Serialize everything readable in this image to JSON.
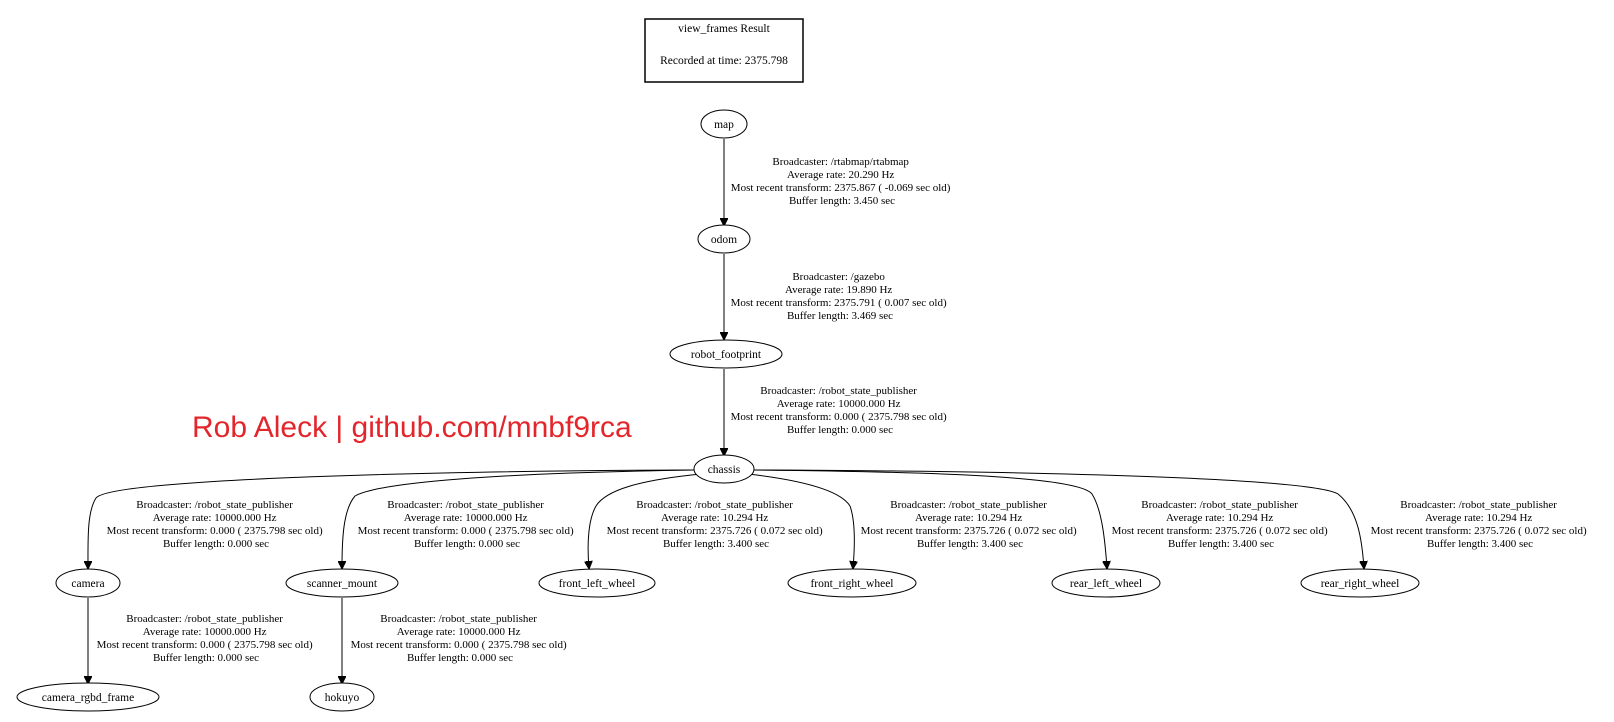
{
  "title": {
    "line1": "view_frames Result",
    "line2": "Recorded at time: 2375.798"
  },
  "watermark": "Rob Aleck | github.com/mnbf9rca",
  "colors": {
    "watermark": "#e3262b",
    "stroke": "#000000"
  },
  "nodes": {
    "map": "map",
    "odom": "odom",
    "robot_footprint": "robot_footprint",
    "chassis": "chassis",
    "camera": "camera",
    "scanner_mount": "scanner_mount",
    "front_left_wheel": "front_left_wheel",
    "front_right_wheel": "front_right_wheel",
    "rear_left_wheel": "rear_left_wheel",
    "rear_right_wheel": "rear_right_wheel",
    "camera_rgbd_frame": "camera_rgbd_frame",
    "hokuyo": "hokuyo"
  },
  "edges": {
    "map_odom": [
      "Broadcaster: /rtabmap/rtabmap",
      "Average rate: 20.290 Hz",
      "Most recent transform: 2375.867 ( -0.069 sec old)",
      "Buffer length: 3.450 sec"
    ],
    "odom_footprint": [
      "Broadcaster: /gazebo",
      "Average rate: 19.890 Hz",
      "Most recent transform: 2375.791 ( 0.007 sec old)",
      "Buffer length: 3.469 sec"
    ],
    "footprint_chassis": [
      "Broadcaster: /robot_state_publisher",
      "Average rate: 10000.000 Hz",
      "Most recent transform: 0.000 ( 2375.798 sec old)",
      "Buffer length: 0.000 sec"
    ],
    "chassis_camera": [
      "Broadcaster: /robot_state_publisher",
      "Average rate: 10000.000 Hz",
      "Most recent transform: 0.000 ( 2375.798 sec old)",
      "Buffer length: 0.000 sec"
    ],
    "chassis_scanner": [
      "Broadcaster: /robot_state_publisher",
      "Average rate: 10000.000 Hz",
      "Most recent transform: 0.000 ( 2375.798 sec old)",
      "Buffer length: 0.000 sec"
    ],
    "chassis_front_left": [
      "Broadcaster: /robot_state_publisher",
      "Average rate: 10.294 Hz",
      "Most recent transform: 2375.726 ( 0.072 sec old)",
      "Buffer length: 3.400 sec"
    ],
    "chassis_front_right": [
      "Broadcaster: /robot_state_publisher",
      "Average rate: 10.294 Hz",
      "Most recent transform: 2375.726 ( 0.072 sec old)",
      "Buffer length: 3.400 sec"
    ],
    "chassis_rear_left": [
      "Broadcaster: /robot_state_publisher",
      "Average rate: 10.294 Hz",
      "Most recent transform: 2375.726 ( 0.072 sec old)",
      "Buffer length: 3.400 sec"
    ],
    "chassis_rear_right": [
      "Broadcaster: /robot_state_publisher",
      "Average rate: 10.294 Hz",
      "Most recent transform: 2375.726 ( 0.072 sec old)",
      "Buffer length: 3.400 sec"
    ],
    "camera_rgbd": [
      "Broadcaster: /robot_state_publisher",
      "Average rate: 10000.000 Hz",
      "Most recent transform: 0.000 ( 2375.798 sec old)",
      "Buffer length: 0.000 sec"
    ],
    "scanner_hokuyo": [
      "Broadcaster: /robot_state_publisher",
      "Average rate: 10000.000 Hz",
      "Most recent transform: 0.000 ( 2375.798 sec old)",
      "Buffer length: 0.000 sec"
    ]
  }
}
